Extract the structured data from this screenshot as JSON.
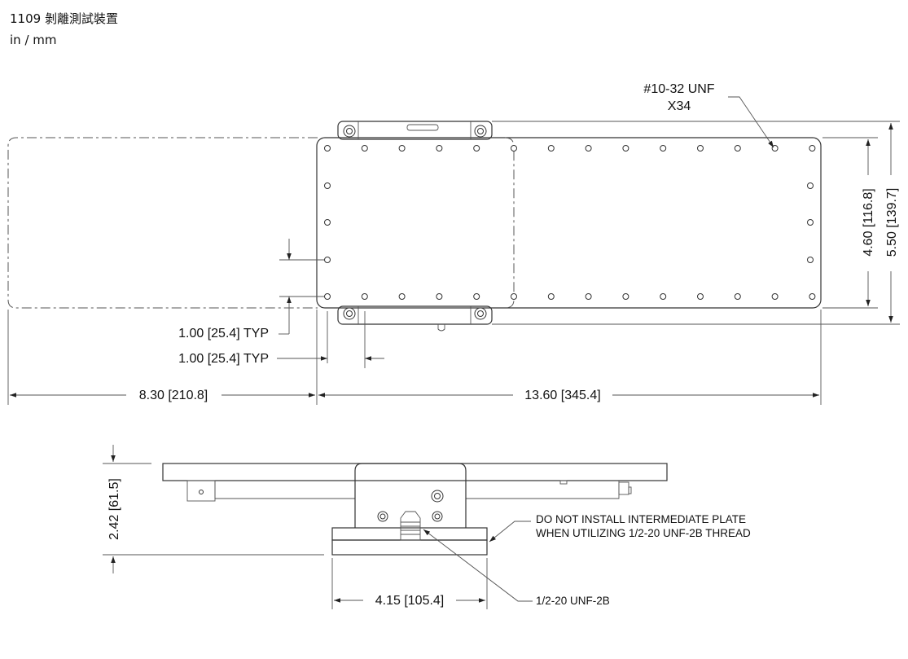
{
  "header": {
    "title": "1109 剝離測試裝置",
    "units": "in / mm"
  },
  "top_view": {
    "thread_callout_line1": "#10-32 UNF",
    "thread_callout_line2": "X34",
    "dim_hole_spacing_vertical": "1.00 [25.4] TYP",
    "dim_hole_spacing_horizontal": "1.00 [25.4] TYP",
    "dim_left_width": "8.30 [210.8]",
    "dim_right_width": "13.60 [345.4]",
    "dim_inner_height": "4.60 [116.8]",
    "dim_outer_height": "5.50 [139.7]"
  },
  "side_view": {
    "dim_height": "2.42 [61.5]",
    "dim_base_width": "4.15 [105.4]",
    "note_line1": "DO NOT INSTALL INTERMEDIATE PLATE",
    "note_line2": "WHEN UTILIZING 1/2-20 UNF-2B THREAD",
    "thread_label": "1/2-20 UNF-2B"
  }
}
